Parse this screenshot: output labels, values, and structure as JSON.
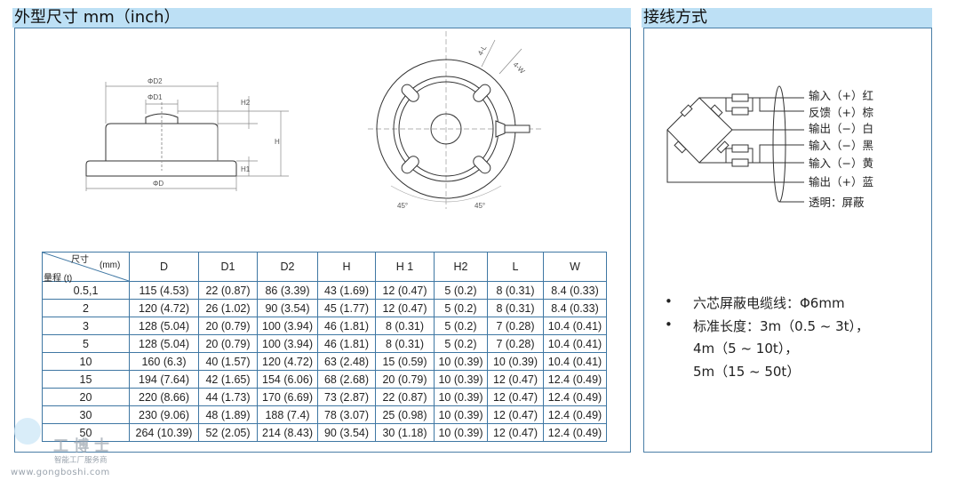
{
  "left_panel": {
    "title": "外型尺寸 mm（inch）",
    "drawing_labels": {
      "d2": "ΦD2",
      "d1": "ΦD1",
      "d": "ΦD",
      "h": "H",
      "h1": "H1",
      "h2": "H2",
      "l": "4-L",
      "w": "4-W",
      "angle_left": "45°",
      "angle_right": "45°"
    },
    "table": {
      "corner_top": "尺寸",
      "corner_unit": "(mm)",
      "corner_bottom": "量程 (t)",
      "columns": [
        "D",
        "D1",
        "D2",
        "H",
        "H 1",
        "H2",
        "L",
        "W"
      ],
      "rows": [
        [
          "0.5,1",
          "115 (4.53)",
          "22 (0.87)",
          "86 (3.39)",
          "43 (1.69)",
          "12 (0.47)",
          "5 (0.2)",
          "8 (0.31)",
          "8.4 (0.33)"
        ],
        [
          "2",
          "120 (4.72)",
          "26 (1.02)",
          "90 (3.54)",
          "45 (1.77)",
          "12 (0.47)",
          "5 (0.2)",
          "8 (0.31)",
          "8.4 (0.33)"
        ],
        [
          "3",
          "128 (5.04)",
          "20 (0.79)",
          "100 (3.94)",
          "46 (1.81)",
          "8 (0.31)",
          "5 (0.2)",
          "7 (0.28)",
          "10.4 (0.41)"
        ],
        [
          "5",
          "128 (5.04)",
          "20 (0.79)",
          "100 (3.94)",
          "46 (1.81)",
          "8 (0.31)",
          "5 (0.2)",
          "7 (0.28)",
          "10.4 (0.41)"
        ],
        [
          "10",
          "160 (6.3)",
          "40 (1.57)",
          "120 (4.72)",
          "63 (2.48)",
          "15 (0.59)",
          "10 (0.39)",
          "10 (0.39)",
          "10.4 (0.41)"
        ],
        [
          "15",
          "194 (7.64)",
          "42 (1.65)",
          "154 (6.06)",
          "68 (2.68)",
          "20 (0.79)",
          "10 (0.39)",
          "12 (0.47)",
          "12.4 (0.49)"
        ],
        [
          "20",
          "220 (8.66)",
          "44 (1.73)",
          "170 (6.69)",
          "73 (2.87)",
          "22 (0.87)",
          "10 (0.39)",
          "12 (0.47)",
          "12.4 (0.49)"
        ],
        [
          "30",
          "230 (9.06)",
          "48 (1.89)",
          "188 (7.4)",
          "78 (3.07)",
          "25 (0.98)",
          "10 (0.39)",
          "12 (0.47)",
          "12.4 (0.49)"
        ],
        [
          "50",
          "264 (10.39)",
          "52 (2.05)",
          "214 (8.43)",
          "90 (3.54)",
          "30 (1.18)",
          "10 (0.39)",
          "12 (0.47)",
          "12.4 (0.49)"
        ]
      ]
    }
  },
  "right_panel": {
    "title": "接线方式",
    "wires": [
      "输入（+）红",
      "反馈（+）棕",
      "输出（−）白",
      "输入（−）黑",
      "输入（−）黄",
      "输出（+）蓝",
      "透明：屏蔽"
    ],
    "bullets": [
      {
        "marker": "•",
        "text": "六芯屏蔽电缆线：Φ6mm"
      },
      {
        "marker": "•",
        "text": "标准长度：3m（0.5 ~ 3t），"
      },
      {
        "marker": "",
        "text": "4m（5 ~ 10t），"
      },
      {
        "marker": "",
        "text": "5m（15 ~ 50t）"
      }
    ]
  },
  "watermark": {
    "brand": "工博士",
    "slogan": "智能工厂服务商",
    "url": "www.gongboshi.com"
  }
}
